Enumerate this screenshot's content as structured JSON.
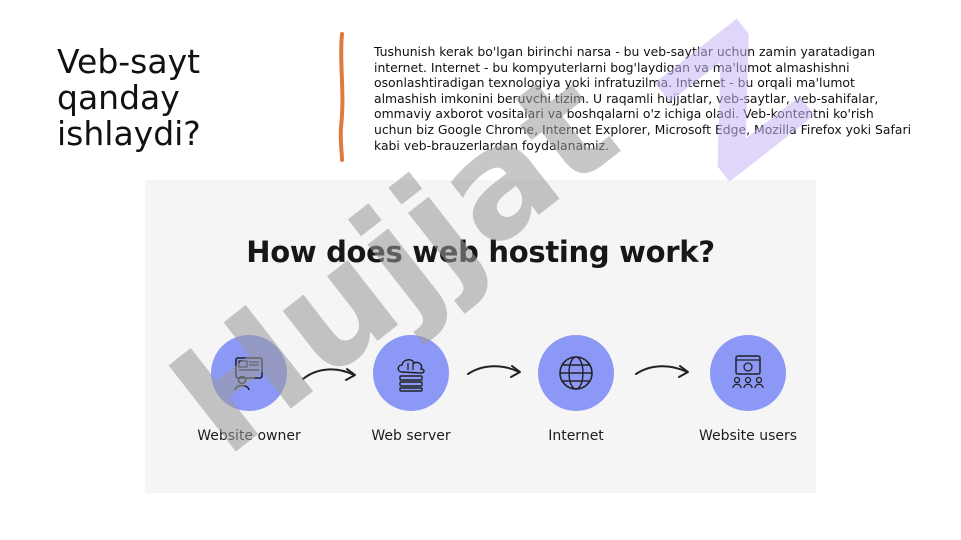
{
  "slide": {
    "title": "Veb-sayt qanday ishlaydi?",
    "body": "Tushunish kerak bo'lgan birinchi narsa - bu veb-saytlar uchun zamin yaratadigan internet. Internet - bu kompyuterlarni bog'laydigan va ma'lumot almashishni osonlashtiradigan texnologiya yoki infratuzilma. Internet - bu orqali ma'lumot almashish imkonini beruvchi tizim. U raqamli hujjatlar, veb-saytlar, veb-sahifalar, ommaviy axborot vositalari va boshqalarni o'z ichiga oladi. Veb-kontentni ko'rish uchun biz Google Chrome, Internet Explorer, Microsoft Edge, Mozilla Firefox yoki Safari kabi veb-brauzerlardan foydalanamiz."
  },
  "figure": {
    "heading": "How does web hosting work?",
    "steps": [
      {
        "label": "Website owner",
        "icon": "website-owner-icon"
      },
      {
        "label": "Web server",
        "icon": "cloud-server-icon"
      },
      {
        "label": "Internet",
        "icon": "globe-icon"
      },
      {
        "label": "Website users",
        "icon": "website-users-icon"
      }
    ]
  },
  "watermark": {
    "text": "Hujjat",
    "badge": "Z"
  },
  "colors": {
    "divider": "#e07a3c",
    "circle": "#8c98f6",
    "figure_bg": "#f5f5f6",
    "watermark_gray": "#9a9a9a",
    "watermark_purple": "#c7b5f5"
  }
}
